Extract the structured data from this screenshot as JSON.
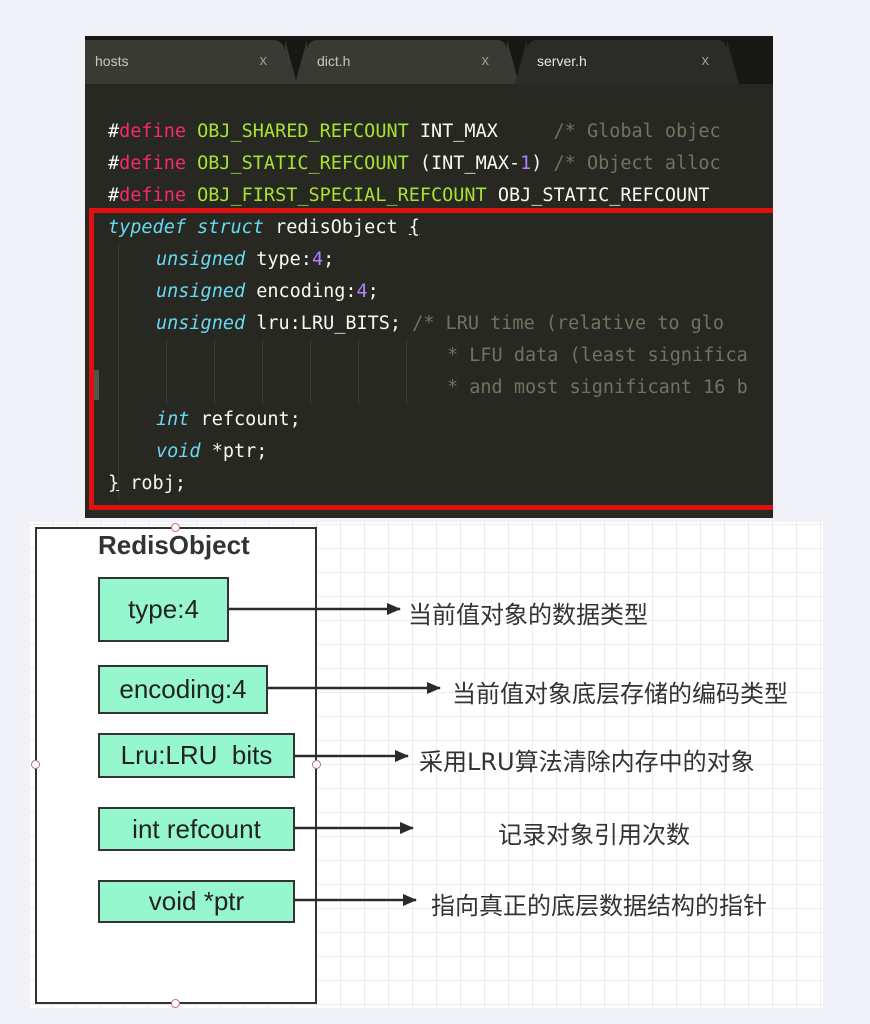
{
  "editor": {
    "tabs": [
      {
        "label": "hosts",
        "close": "x",
        "active": false
      },
      {
        "label": "dict.h",
        "close": "x",
        "active": false
      },
      {
        "label": "server.h",
        "close": "x",
        "active": true
      }
    ],
    "lines": {
      "l1": {
        "hash": "#",
        "kw": "define",
        "name": "OBJ_SHARED_REFCOUNT",
        "value": "INT_MAX",
        "comment": "/* Global objec"
      },
      "l2": {
        "hash": "#",
        "kw": "define",
        "name": "OBJ_STATIC_REFCOUNT",
        "value_pre": "(INT_MAX-",
        "value_num": "1",
        "value_post": ")",
        "comment": "/* Object alloc"
      },
      "l3": {
        "hash": "#",
        "kw": "define",
        "name": "OBJ_FIRST_SPECIAL_REFCOUNT",
        "value": "OBJ_STATIC_REFCOUNT"
      },
      "l4": {
        "kw1": "typedef",
        "kw2": "struct",
        "name": "redisObject",
        "brace": "{"
      },
      "l5": {
        "type": "unsigned",
        "field": "type:",
        "num": "4",
        "end": ";"
      },
      "l6": {
        "type": "unsigned",
        "field": "encoding:",
        "num": "4",
        "end": ";"
      },
      "l7": {
        "type": "unsigned",
        "field": "lru:LRU_BITS;",
        "comment": "/* LRU time (relative to glo"
      },
      "l8": {
        "comment": "* LFU data (least significa"
      },
      "l9": {
        "comment": "* and most significant 16 b"
      },
      "l10": {
        "type": "int",
        "field": "refcount;"
      },
      "l11": {
        "type": "void",
        "field": "*ptr;"
      },
      "l12": {
        "brace": "}",
        "name": "robj;"
      }
    },
    "highlight_color": "#e01010"
  },
  "diagram": {
    "title": "RedisObject",
    "fields": [
      {
        "label": "type:4",
        "description": "当前值对象的数据类型"
      },
      {
        "label": "encoding:4",
        "description": "当前值对象底层存储的编码类型"
      },
      {
        "label": "Lru:LRU  bits",
        "description": "采用LRU算法清除内存中的对象"
      },
      {
        "label": "int refcount",
        "description": "记录对象引用次数"
      },
      {
        "label": "void *ptr",
        "description": "指向真正的底层数据结构的指针"
      }
    ],
    "field_color": "#96f7cf"
  }
}
